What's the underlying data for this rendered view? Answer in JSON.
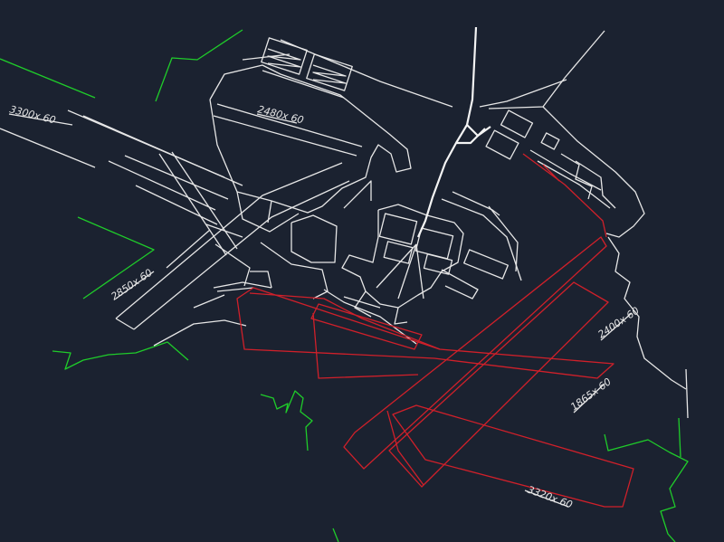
{
  "colors": {
    "background": "#1b2230",
    "existing_linework": "#e6e6e6",
    "proposed_runways": "#d0202a",
    "boundary": "#1fcc2a"
  },
  "runway_labels": {
    "r1": "3300x 60",
    "r2": "2480x 60",
    "r3": "2850x 60",
    "r4": "2400x 60",
    "r5": "1865x 60",
    "r6": "3320x 60"
  }
}
